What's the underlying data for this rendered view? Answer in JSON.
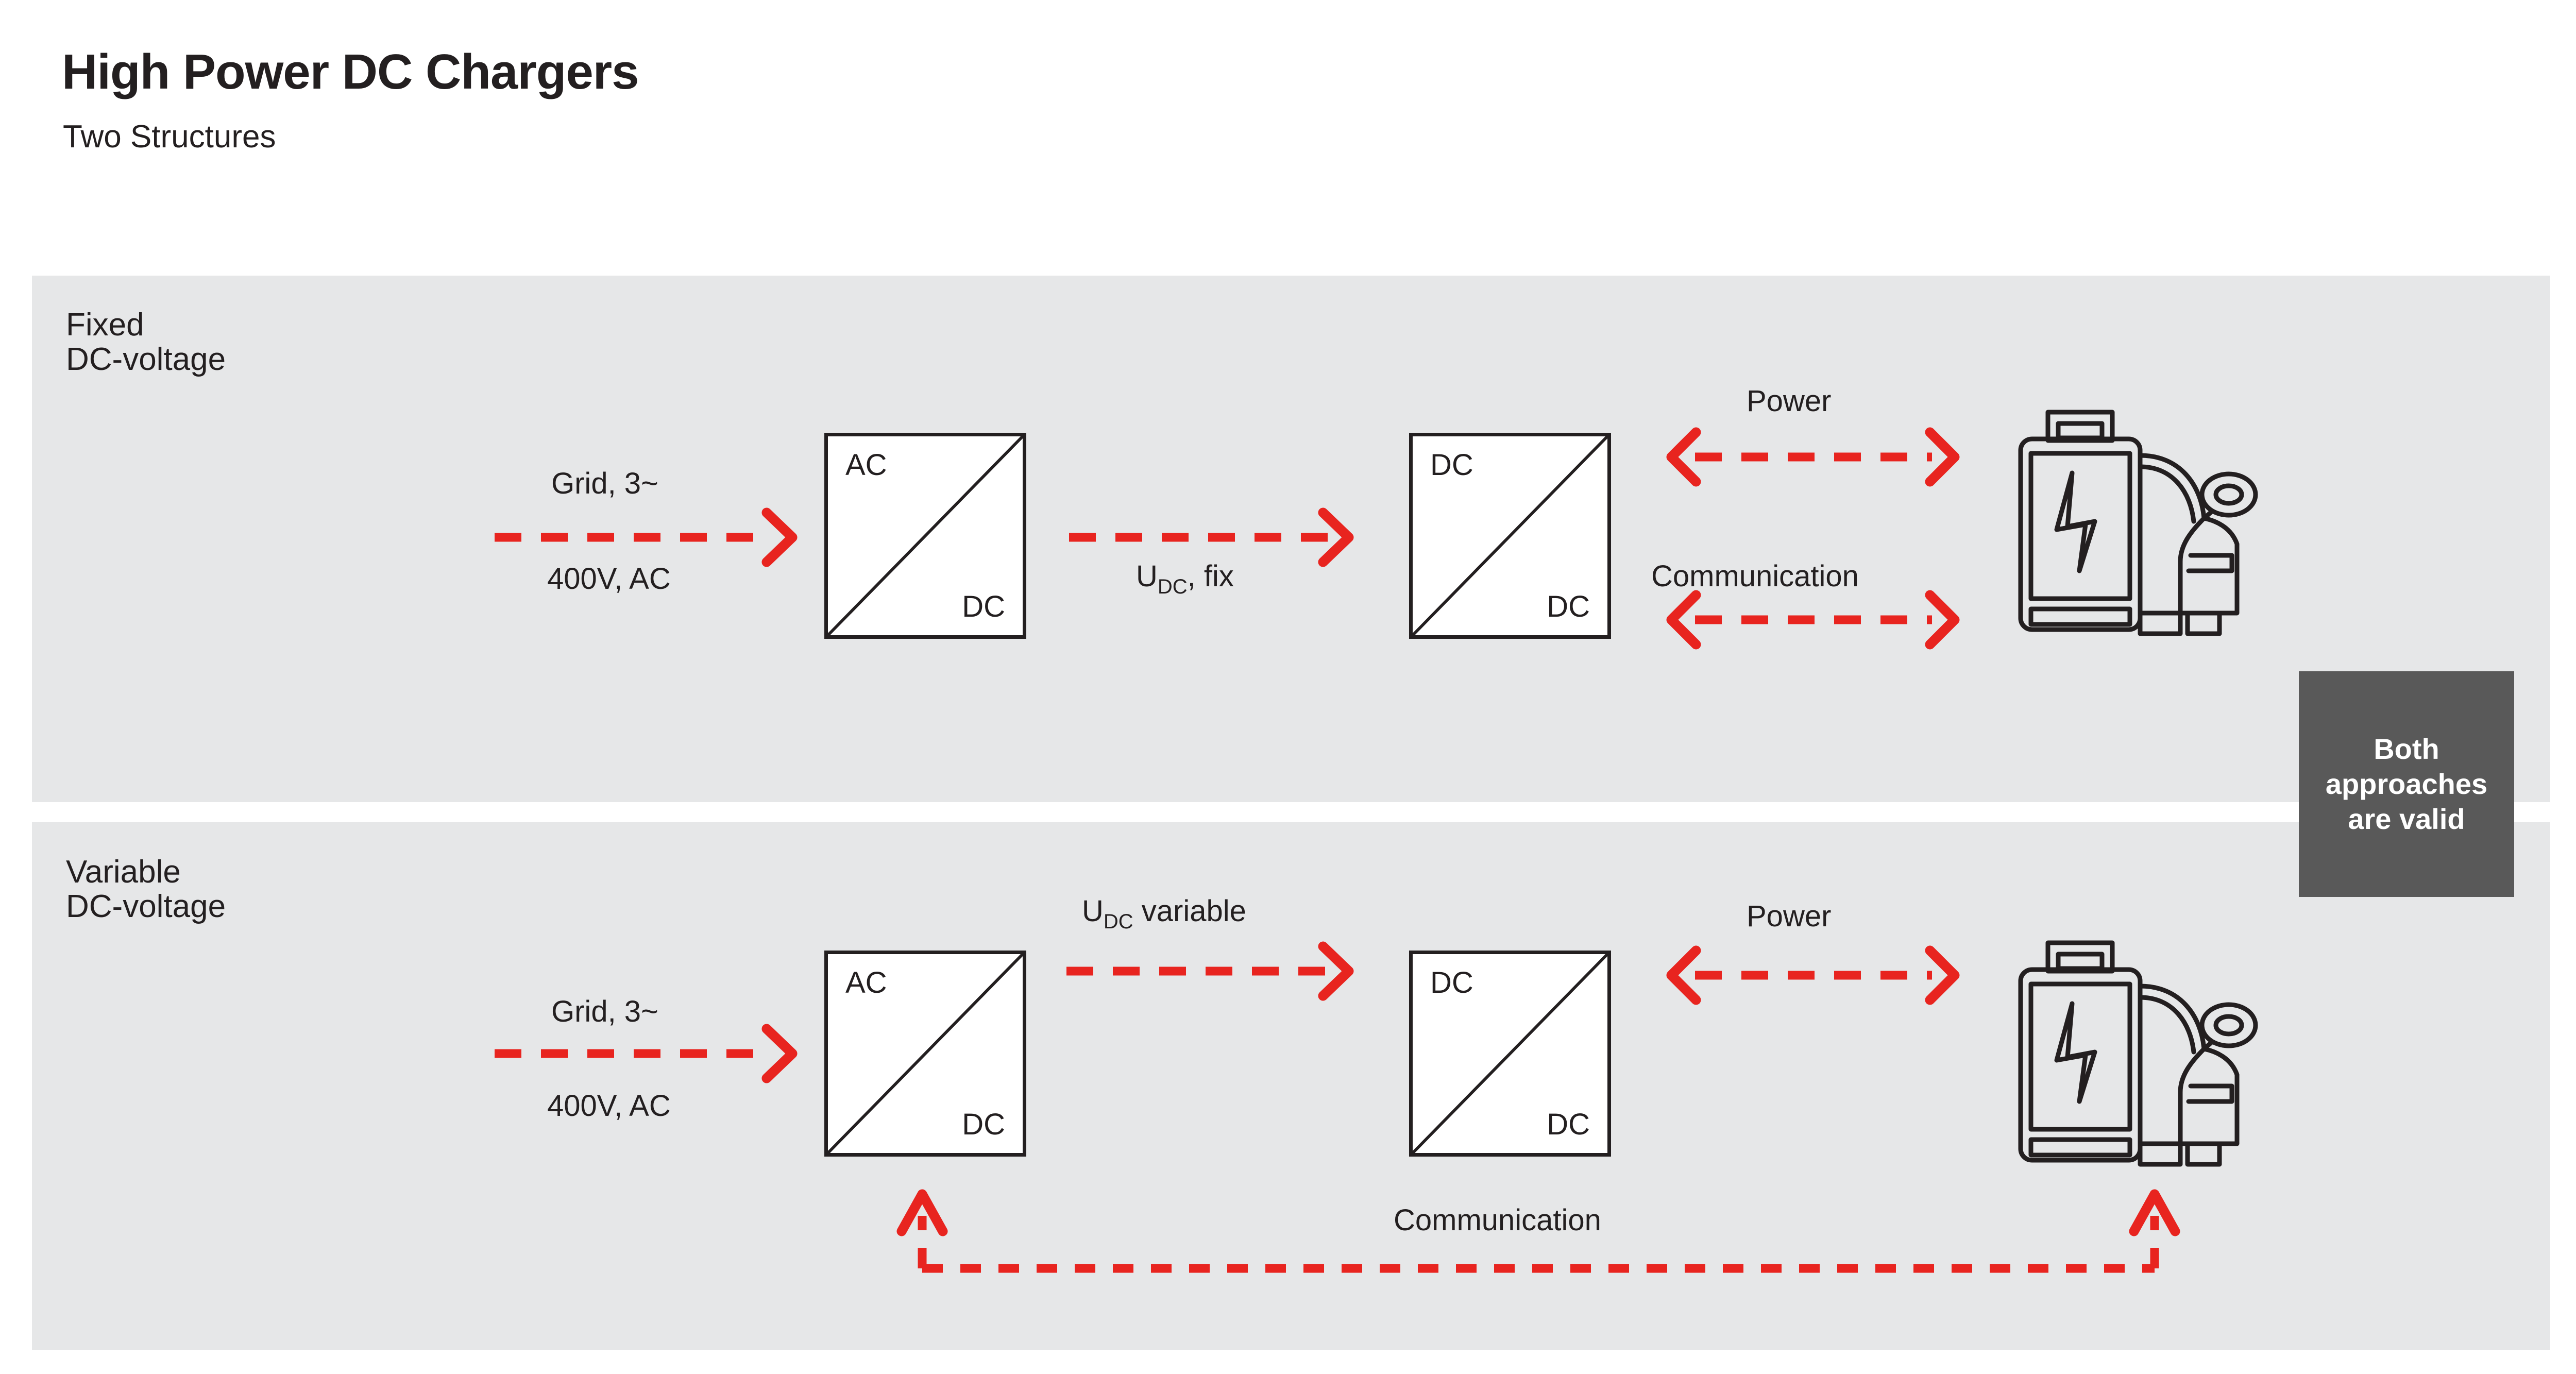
{
  "header": {
    "title": "High Power DC Chargers",
    "subtitle": "Two Structures"
  },
  "colors": {
    "panel_background": "#e6e7e8",
    "page_background": "#ffffff",
    "arrow_red": "#e8241f",
    "ink": "#231f20",
    "callout_background": "#595959",
    "callout_text": "#ffffff"
  },
  "callout": {
    "text": "Both\napproaches\nare valid"
  },
  "panels": [
    {
      "id": "fixed",
      "label": "Fixed\nDC-voltage",
      "grid_label_top": "Grid, 3~",
      "grid_label_bottom": "400V, AC",
      "converter_ac_dc": {
        "top_left": "AC",
        "bottom_right": "DC"
      },
      "link_label_prefix": "U",
      "link_label_sub": "DC",
      "link_label_suffix": ", fix",
      "converter_dc_dc": {
        "top_left": "DC",
        "bottom_right": "DC"
      },
      "power_label": "Power",
      "communication_label": "Communication",
      "icon": "ev-charging-station-icon"
    },
    {
      "id": "variable",
      "label": "Variable\nDC-voltage",
      "grid_label_top": "Grid, 3~",
      "grid_label_bottom": "400V, AC",
      "converter_ac_dc": {
        "top_left": "AC",
        "bottom_right": "DC"
      },
      "link_label_prefix": "U",
      "link_label_sub": "DC",
      "link_label_suffix": " variable",
      "converter_dc_dc": {
        "top_left": "DC",
        "bottom_right": "DC"
      },
      "power_label": "Power",
      "communication_label": "Communication",
      "icon": "ev-charging-station-icon"
    }
  ]
}
